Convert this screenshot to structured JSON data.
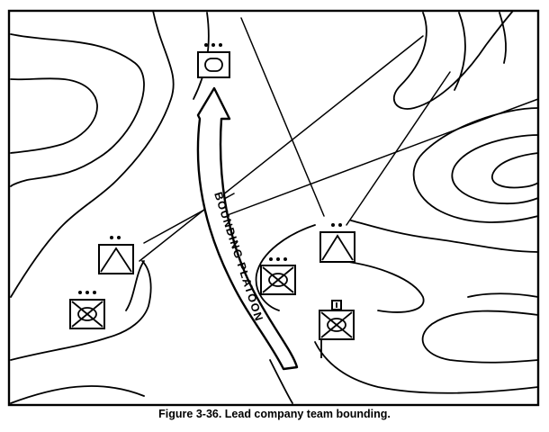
{
  "figure": {
    "caption": "Figure 3-36.  Lead company team bounding.",
    "arrow_label": "BOUNDING PLATOON"
  },
  "units": [
    {
      "id": "lead-armor-platoon",
      "symbol": "armor",
      "echelon": "platoon"
    },
    {
      "id": "overwatch-infantry-left",
      "symbol": "infantry",
      "echelon": "platoon"
    },
    {
      "id": "overwatch-mech-left",
      "symbol": "mechanized-infantry",
      "echelon": "platoon"
    },
    {
      "id": "overwatch-infantry-right",
      "symbol": "infantry",
      "echelon": "platoon"
    },
    {
      "id": "overwatch-mech-right",
      "symbol": "mechanized-infantry",
      "echelon": "platoon"
    },
    {
      "id": "company-hq",
      "symbol": "mechanized-infantry",
      "echelon": "company",
      "flag": true
    }
  ],
  "colors": {
    "ink": "#000000",
    "background": "#ffffff"
  }
}
